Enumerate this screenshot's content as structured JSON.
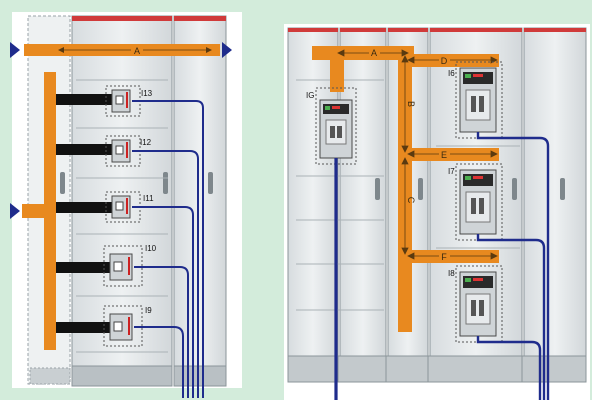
{
  "left_diagram": {
    "busbar_label": "A",
    "breakers": [
      "I13",
      "I12",
      "I11",
      "I10",
      "I9"
    ]
  },
  "right_diagram": {
    "busbar_labels": {
      "a": "A",
      "b": "B",
      "c": "C",
      "d": "D",
      "e": "E",
      "f": "F"
    },
    "main_breaker": "IG",
    "breakers": [
      "I6",
      "I7",
      "I8"
    ]
  },
  "colors": {
    "background": "#d3ecdb",
    "cabinet": "#e8eced",
    "busbar": "#e8891f",
    "cable": "#1f2c8c",
    "arrow": "#1f2c8c",
    "header_stripe": "#d03a3a"
  }
}
